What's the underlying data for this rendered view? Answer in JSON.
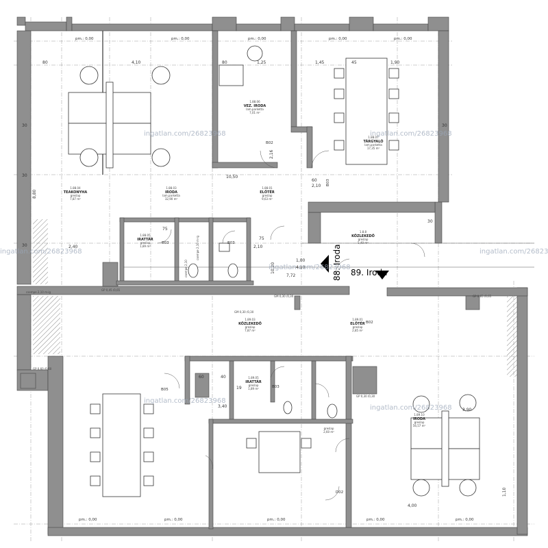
{
  "rooms": {
    "vez_iroda": {
      "id": "1.88.06",
      "name": "VEZ. IRODA",
      "note": "lam.parketta",
      "area": "7,01 m²"
    },
    "targyalo": {
      "id": "1.88.07",
      "name": "TÁRGYALÓ",
      "note": "lam.parketta",
      "area": "17,35 m²"
    },
    "teakonyha": {
      "id": "1.88.04",
      "name": "TEAKONYHA",
      "note": "greslap",
      "area": "7,87 m²"
    },
    "iroda_88": {
      "id": "1.88.03",
      "name": "IRODA",
      "note": "lam.parketta",
      "area": "32,90 m²"
    },
    "eloter_88": {
      "id": "1.88.01",
      "name": "ELŐTÉR",
      "note": "greslap",
      "area": "9,63 m²"
    },
    "irattar_88": {
      "id": "1.88.05",
      "name": "IRATTÁR",
      "note": "greslap",
      "area": "1,89 m²"
    },
    "kozlekedo_88": {
      "id": "1.8.8",
      "name": "KÖZLEKEDŐ",
      "note": "greslap",
      "area": "5,40 m²"
    },
    "kozlekedo_89": {
      "id": "1.89.03",
      "name": "KÖZLEKEDŐ",
      "note": "greslap",
      "area": "7,87 m²"
    },
    "eloter_89": {
      "id": "1.89.01",
      "name": "ELŐTÉR",
      "note": "greslap",
      "area": "2,85 m²"
    },
    "irattar_89": {
      "id": "1.89.05",
      "name": "IRATTÁR",
      "note": "greslap",
      "area": "1,89 m²"
    },
    "iroda_89": {
      "id": "1.89.10",
      "name": "IRODA",
      "note": "greslap",
      "area": "56,57 m²"
    },
    "wc_89": {
      "id": "",
      "name": "",
      "note": "greslap",
      "area": "2,60 m²"
    }
  },
  "office_labels": {
    "left": "88. Iroda",
    "right": "89. Iroda"
  },
  "watermark": "ingatlan.com/26823968",
  "levels": {
    "pm": "pm.: 0,00"
  },
  "codes": {
    "b02": "B02",
    "b03": "B03",
    "b05": "B05",
    "d02": "D02"
  },
  "gp_notes": {
    "gp1": "GP 0,45 /0,65",
    "gp2": "GM 0,30 /0,30",
    "gp3": "GM 0,30 /0,30",
    "gp4": "GP 0,65 /0,65",
    "gp5": "GP 0,30 /0,30",
    "gp6": "GP 0,60 /0,60",
    "csemp1": "csempe 2,10 m-ig",
    "csemp2": "csempe 2,10 m-ig",
    "csemp3": "csempe 2,10"
  },
  "dims": {
    "d80": "80",
    "d410": "4,10",
    "d80b": "80",
    "d125": "1,25",
    "d145": "1,45",
    "d45": "45",
    "d190": "1,90",
    "d30a": "30",
    "d30b": "30",
    "d30c": "30",
    "d30d": "30",
    "d30e": "30",
    "d880": "8,80",
    "d1050": "10,50",
    "d240": "2,40",
    "d210a": "2,10",
    "d210b": "2,10",
    "d75a": "75",
    "d75b": "75",
    "d60": "60",
    "d100": "1,00",
    "d410b": "4,10",
    "d772": "7,72",
    "d1020": "10,20",
    "d400": "4,00",
    "d110": "1,10",
    "d390": "3,90",
    "d216": "2,16",
    "d60b": "60",
    "d40": "40",
    "d19": "19",
    "d340": "3,40"
  }
}
